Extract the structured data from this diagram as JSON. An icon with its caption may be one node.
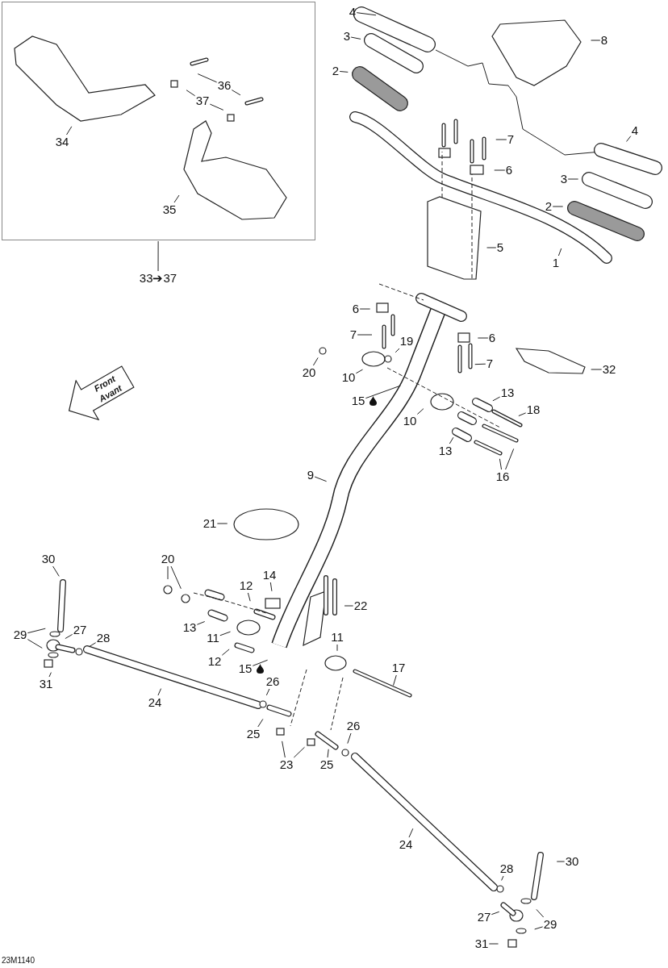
{
  "diagram": {
    "nodes": [
      {
        "text": [],
        "shape": "box"
      },
      {
        "text": [
          "36"
        ],
        "in": 0
      },
      {
        "text": [
          "37"
        ],
        "in": 0
      },
      {
        "text": [
          "34"
        ],
        "in": 0
      },
      {
        "text": [
          "35"
        ],
        "in": 0
      },
      {
        "text": [
          "33➔37"
        ]
      },
      {
        "text": [
          "4"
        ]
      },
      {
        "text": [
          "3"
        ]
      },
      {
        "text": [
          "8"
        ]
      },
      {
        "text": [
          "2"
        ]
      },
      {
        "text": [
          "4"
        ]
      },
      {
        "text": [
          "7"
        ]
      },
      {
        "text": [
          "6"
        ]
      },
      {
        "text": [
          "3"
        ]
      },
      {
        "text": [
          "2"
        ]
      },
      {
        "text": [
          "5"
        ]
      },
      {
        "text": [
          "1"
        ]
      },
      {
        "text": [
          "6"
        ]
      },
      {
        "text": [
          "7"
        ]
      },
      {
        "text": [
          "6"
        ]
      },
      {
        "text": [
          "19"
        ]
      },
      {
        "text": [
          "7"
        ]
      },
      {
        "text": [
          "32"
        ]
      },
      {
        "text": [
          "20"
        ]
      },
      {
        "text": [
          "10"
        ]
      },
      {
        "text": [
          "Front Avant"
        ]
      },
      {
        "text": [
          "13"
        ]
      },
      {
        "text": [
          "15"
        ]
      },
      {
        "text": [
          "18"
        ]
      },
      {
        "text": [
          "10"
        ]
      },
      {
        "text": [
          "13"
        ]
      },
      {
        "text": [
          "9"
        ]
      },
      {
        "text": [
          "16"
        ]
      },
      {
        "text": [
          "21"
        ]
      },
      {
        "text": [
          "30"
        ]
      },
      {
        "text": [
          "20"
        ]
      },
      {
        "text": [
          "14"
        ]
      },
      {
        "text": [
          "12"
        ]
      },
      {
        "text": [
          "22"
        ]
      },
      {
        "text": [
          "13"
        ]
      },
      {
        "text": [
          "29"
        ]
      },
      {
        "text": [
          "27"
        ]
      },
      {
        "text": [
          "11"
        ]
      },
      {
        "text": [
          "11"
        ]
      },
      {
        "text": [
          "28"
        ]
      },
      {
        "text": [
          "12"
        ]
      },
      {
        "text": [
          "17"
        ]
      },
      {
        "text": [
          "15"
        ]
      },
      {
        "text": [
          "26"
        ]
      },
      {
        "text": [
          "31"
        ]
      },
      {
        "text": [
          "24"
        ]
      },
      {
        "text": [
          "26"
        ]
      },
      {
        "text": [
          "25"
        ]
      },
      {
        "text": [
          "23"
        ]
      },
      {
        "text": [
          "25"
        ]
      },
      {
        "text": [
          "24"
        ]
      },
      {
        "text": [
          "30"
        ]
      },
      {
        "text": [
          "28"
        ]
      },
      {
        "text": [
          "27"
        ]
      },
      {
        "text": [
          "29"
        ]
      },
      {
        "text": [
          "31"
        ]
      }
    ],
    "edges": [
      {
        "from": 1,
        "to": null,
        "arrow": "none"
      },
      {
        "from": 1,
        "to": null,
        "arrow": "none"
      },
      {
        "from": 2,
        "to": null,
        "arrow": "none"
      },
      {
        "from": 2,
        "to": null,
        "arrow": "none"
      },
      {
        "from": 3,
        "to": null,
        "arrow": "none"
      },
      {
        "from": 4,
        "to": null,
        "arrow": "none"
      },
      {
        "from": 5,
        "to": 0,
        "arrow": "none"
      },
      {
        "from": 6,
        "to": null,
        "arrow": "none"
      },
      {
        "from": 7,
        "to": null,
        "arrow": "none"
      },
      {
        "from": 8,
        "to": null,
        "arrow": "none"
      },
      {
        "from": 9,
        "to": null,
        "arrow": "none"
      },
      {
        "from": 10,
        "to": null,
        "arrow": "none"
      },
      {
        "from": 11,
        "to": null,
        "arrow": "none"
      },
      {
        "from": 12,
        "to": null,
        "arrow": "none"
      },
      {
        "from": 13,
        "to": null,
        "arrow": "none"
      },
      {
        "from": 14,
        "to": null,
        "arrow": "none"
      },
      {
        "from": 15,
        "to": null,
        "arrow": "none"
      },
      {
        "from": 16,
        "to": null,
        "arrow": "none"
      },
      {
        "from": 17,
        "to": null,
        "arrow": "none"
      },
      {
        "from": 18,
        "to": null,
        "arrow": "none"
      },
      {
        "from": 19,
        "to": null,
        "arrow": "none"
      },
      {
        "from": 20,
        "to": null,
        "arrow": "none"
      },
      {
        "from": 21,
        "to": null,
        "arrow": "none"
      },
      {
        "from": 22,
        "to": null,
        "arrow": "none"
      },
      {
        "from": 23,
        "to": null,
        "arrow": "none"
      },
      {
        "from": 24,
        "to": null,
        "arrow": "none"
      },
      {
        "from": 26,
        "to": null,
        "arrow": "none"
      },
      {
        "from": 27,
        "to": null,
        "arrow": "none"
      },
      {
        "from": 28,
        "to": null,
        "arrow": "none"
      },
      {
        "from": 29,
        "to": null,
        "arrow": "none"
      },
      {
        "from": 30,
        "to": null,
        "arrow": "none"
      },
      {
        "from": 31,
        "to": null,
        "arrow": "none"
      },
      {
        "from": 32,
        "to": null,
        "arrow": "none"
      },
      {
        "from": 32,
        "to": null,
        "arrow": "none"
      },
      {
        "from": 33,
        "to": null,
        "arrow": "none"
      },
      {
        "from": 34,
        "to": null,
        "arrow": "none"
      },
      {
        "from": 35,
        "to": null,
        "arrow": "none"
      },
      {
        "from": 35,
        "to": null,
        "arrow": "none"
      },
      {
        "from": 36,
        "to": null,
        "arrow": "none"
      },
      {
        "from": 37,
        "to": null,
        "arrow": "none"
      },
      {
        "from": 38,
        "to": null,
        "arrow": "none"
      },
      {
        "from": 39,
        "to": null,
        "arrow": "none"
      },
      {
        "from": 40,
        "to": null,
        "arrow": "none"
      },
      {
        "from": 40,
        "to": null,
        "arrow": "none"
      },
      {
        "from": 41,
        "to": null,
        "arrow": "none"
      },
      {
        "from": 42,
        "to": null,
        "arrow": "none"
      },
      {
        "from": 43,
        "to": null,
        "arrow": "none"
      },
      {
        "from": 44,
        "to": null,
        "arrow": "none"
      },
      {
        "from": 45,
        "to": null,
        "arrow": "none"
      },
      {
        "from": 46,
        "to": null,
        "arrow": "none"
      },
      {
        "from": 47,
        "to": null,
        "arrow": "none"
      },
      {
        "from": 48,
        "to": null,
        "arrow": "none"
      },
      {
        "from": 49,
        "to": null,
        "arrow": "none"
      },
      {
        "from": 50,
        "to": null,
        "arrow": "none"
      },
      {
        "from": 51,
        "to": null,
        "arrow": "none"
      },
      {
        "from": 52,
        "to": null,
        "arrow": "none"
      },
      {
        "from": 53,
        "to": null,
        "arrow": "none"
      },
      {
        "from": 53,
        "to": null,
        "arrow": "none"
      },
      {
        "from": 54,
        "to": null,
        "arrow": "none"
      },
      {
        "from": 55,
        "to": null,
        "arrow": "none"
      },
      {
        "from": 56,
        "to": null,
        "arrow": "none"
      },
      {
        "from": 57,
        "to": null,
        "arrow": "none"
      },
      {
        "from": 58,
        "to": null,
        "arrow": "none"
      },
      {
        "from": 59,
        "to": null,
        "arrow": "none"
      },
      {
        "from": 59,
        "to": null,
        "arrow": "none"
      },
      {
        "from": 60,
        "to": null,
        "arrow": "none"
      }
    ],
    "labels": [
      "23M1140"
    ]
  }
}
